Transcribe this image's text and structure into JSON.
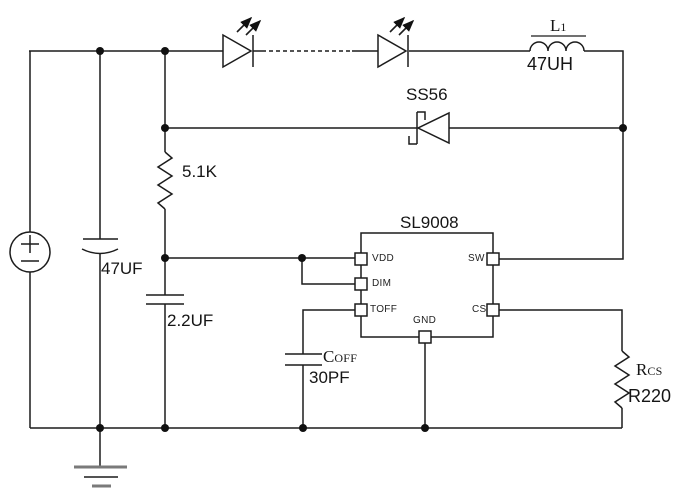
{
  "colors": {
    "wire": "#1c1c1c",
    "ground_gray": "#7a7a7a",
    "background": "#ffffff"
  },
  "input_capacitor": {
    "value": "47UF"
  },
  "vdd_capacitor": {
    "value": "2.2UF"
  },
  "bias_resistor": {
    "value": "5.1K"
  },
  "inductor": {
    "ref_main": "L",
    "ref_sub": "1",
    "value": "47UH"
  },
  "freewheel_diode": {
    "part": "SS56"
  },
  "ic": {
    "part": "SL9008",
    "pins": {
      "vdd": "VDD",
      "dim": "DIM",
      "toff": "TOFF",
      "gnd": "GND",
      "sw": "SW",
      "cs": "CS"
    }
  },
  "toff_capacitor": {
    "ref_main": "C",
    "ref_sub": "OFF",
    "value": "30PF"
  },
  "sense_resistor": {
    "ref_main": "R",
    "ref_sub": "CS",
    "value": "R220"
  }
}
